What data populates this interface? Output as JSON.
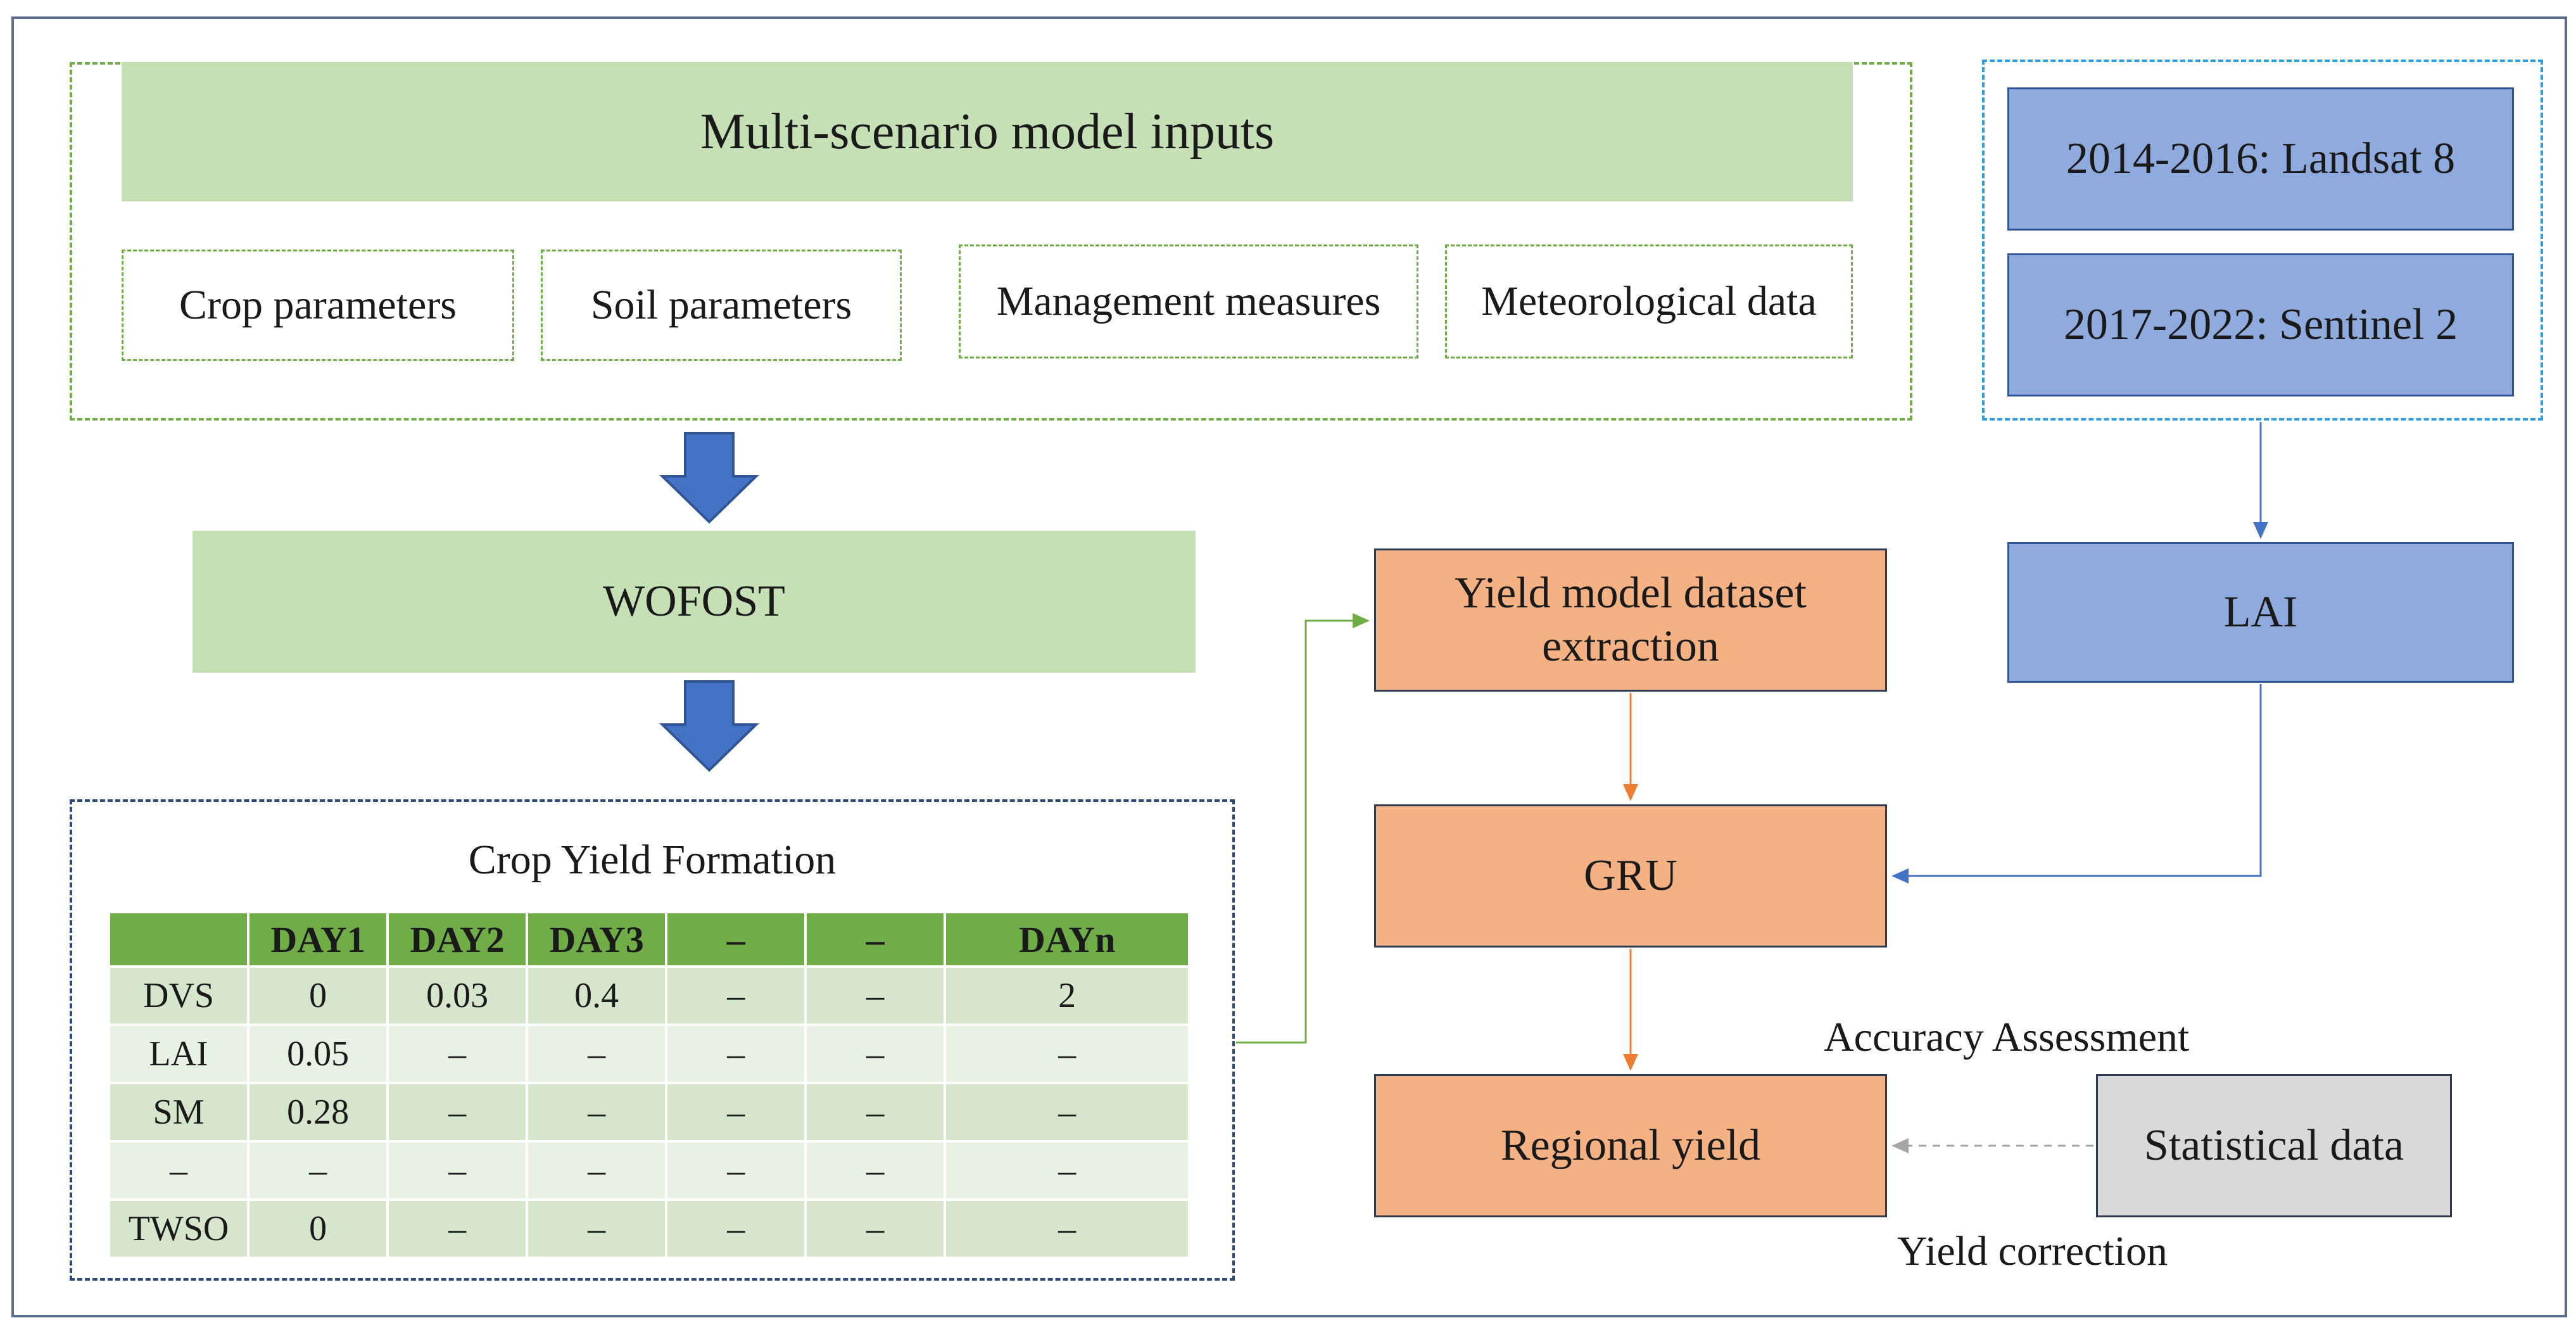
{
  "inputs": {
    "title": "Multi-scenario model inputs",
    "params": [
      "Crop parameters",
      "Soil parameters",
      "Management measures",
      "Meteorological data"
    ]
  },
  "wofost": "WOFOST",
  "satellite": {
    "landsat": "2014-2016: Landsat 8",
    "sentinel": "2017-2022: Sentinel 2",
    "lai": "LAI"
  },
  "yield_formation": {
    "title": "Crop Yield Formation",
    "headers": [
      "",
      "DAY1",
      "DAY2",
      "DAY3",
      "–",
      "–",
      "DAYn"
    ],
    "rows": [
      [
        "DVS",
        "0",
        "0.03",
        "0.4",
        "–",
        "–",
        "2"
      ],
      [
        "LAI",
        "0.05",
        "–",
        "–",
        "–",
        "–",
        "–"
      ],
      [
        "SM",
        "0.28",
        "–",
        "–",
        "–",
        "–",
        "–"
      ],
      [
        "–",
        "–",
        "–",
        "–",
        "–",
        "–",
        "–"
      ],
      [
        "TWSO",
        "0",
        "–",
        "–",
        "–",
        "–",
        "–"
      ]
    ]
  },
  "flow": {
    "dataset": "Yield model dataset extraction",
    "gru": "GRU",
    "regional": "Regional yield",
    "statistical": "Statistical data",
    "accuracy": "Accuracy Assessment",
    "correction": "Yield correction"
  },
  "colors": {
    "green_fill": "#c5e0b4",
    "header_green": "#70ad47",
    "blue_fill": "#8faadc",
    "orange_fill": "#f4b183",
    "gray_fill": "#d9d9d9",
    "arrow_blue": "#4472c4"
  }
}
